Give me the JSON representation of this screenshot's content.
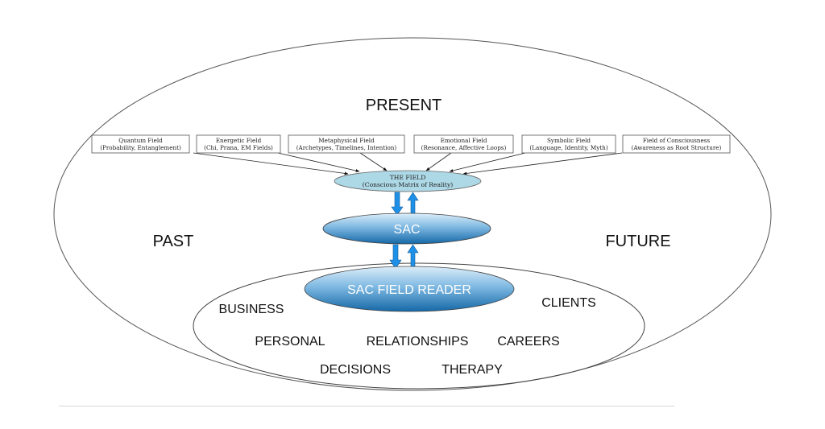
{
  "diagram": {
    "outer_ellipse_labels": {
      "top": "PRESENT",
      "left": "PAST",
      "right": "FUTURE"
    },
    "source_fields": [
      {
        "title": "Quantum Field",
        "subtitle": "(Probability, Entanglement)"
      },
      {
        "title": "Energetic Field",
        "subtitle": "(Chi, Prana, EM Fields)"
      },
      {
        "title": "Metaphysical Field",
        "subtitle": "(Archetypes, Timelines, Intention)"
      },
      {
        "title": "Emotional Field",
        "subtitle": "(Resonance, Affective Loops)"
      },
      {
        "title": "Symbolic Field",
        "subtitle": "(Language, Identity, Myth)"
      },
      {
        "title": "Field of Consciousness",
        "subtitle": "(Awareness as Root Structure)"
      }
    ],
    "the_field": {
      "title": "THE FIELD",
      "subtitle": "(Conscious Matrix of Reality)"
    },
    "sac": {
      "label": "SAC"
    },
    "sac_field_reader": {
      "label": "SAC FIELD READER"
    },
    "application_areas": {
      "business": "BUSINESS",
      "clients": "CLIENTS",
      "personal": "PERSONAL",
      "relationships": "RELATIONSHIPS",
      "careers": "CAREERS",
      "decisions": "DECISIONS",
      "therapy": "THERAPY"
    },
    "colors": {
      "field_fill": "#add8e6",
      "sac_gradient_top": "#d9ecf8",
      "sac_gradient_bottom": "#1a6fae",
      "arrow_fill": "#1e90e8",
      "arrow_stroke": "#145a96",
      "outline": "#555555"
    }
  }
}
